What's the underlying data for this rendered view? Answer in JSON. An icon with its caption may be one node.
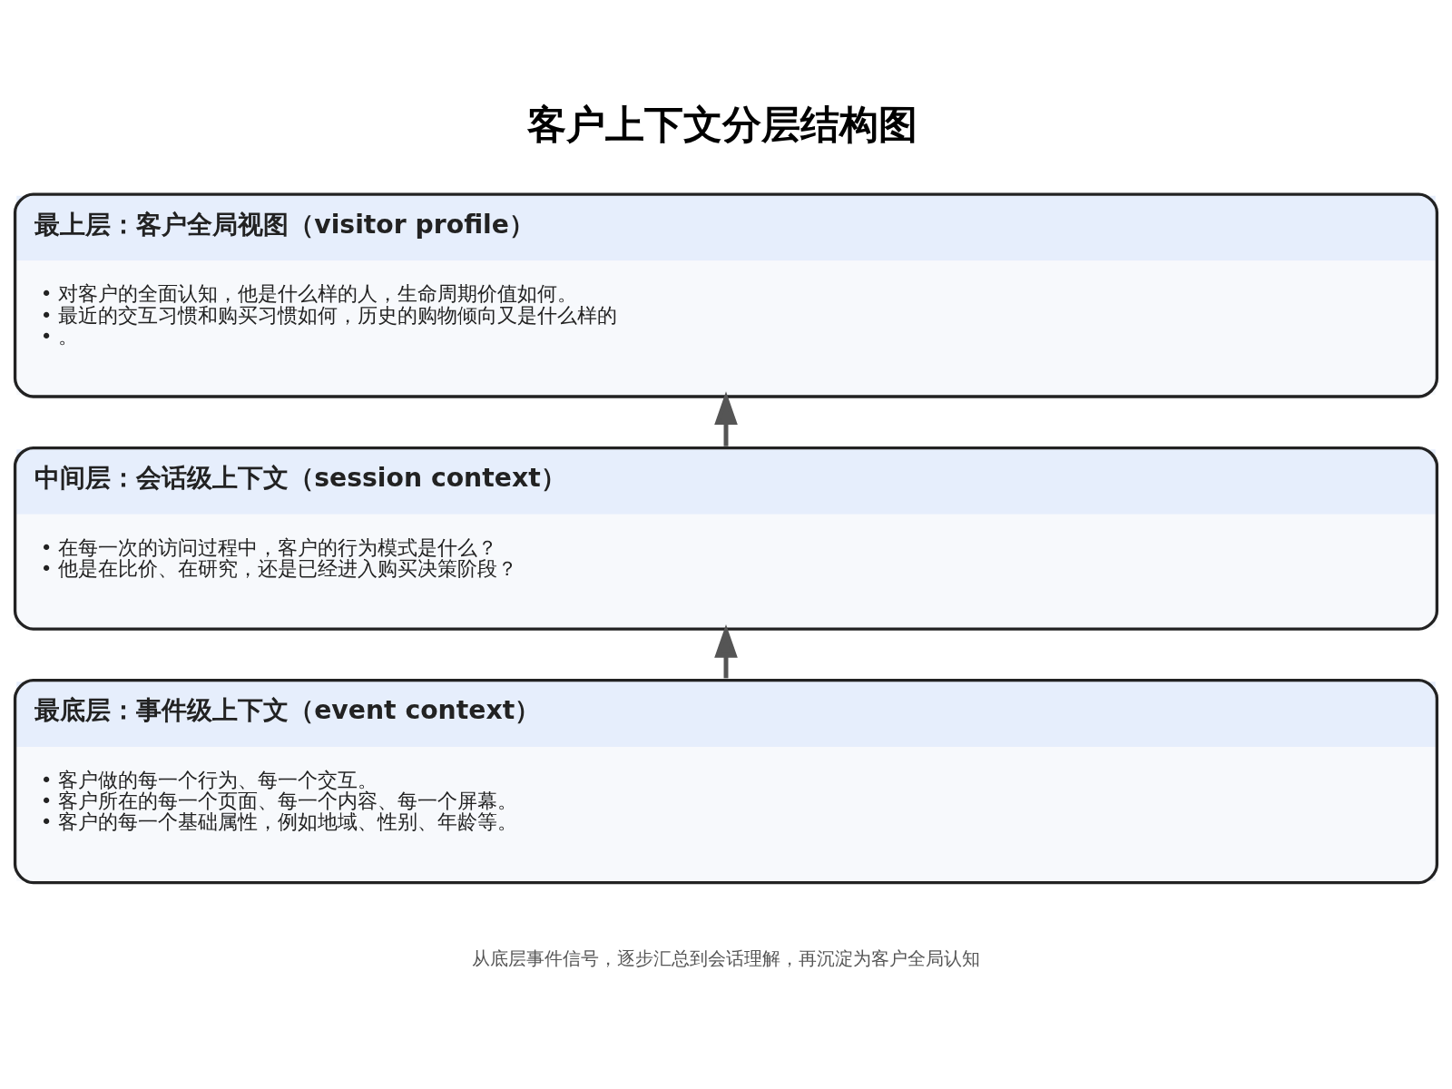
{
  "diagram": {
    "title": "客户上下文分层结构图",
    "caption": "从底层事件信号，逐步汇总到会话理解，再沉淀为客户全局认知",
    "nodes": [
      {
        "text": [
          "最上层：客户全局视图（visitor profile）",
          "• 对客户的全面认知，他是什么样的人，生命周期价值如何。",
          "• 最近的交互习惯和购买习惯如何，历史的购物倾向又是什么样的",
          "• 。"
        ]
      },
      {
        "text": [
          "中间层：会话级上下文（session context）",
          "• 在每一次的访问过程中，客户的行为模式是什么？",
          "• 他是在比价、在研究，还是已经进入购买决策阶段？"
        ]
      },
      {
        "text": [
          "最底层：事件级上下文（event context）",
          "• 客户做的每一个行为、每一个交互。",
          "• 客户所在的每一个页面、每一个内容、每一个屏幕。",
          "• 客户的每一个基础属性，例如地域、性别、年龄等。"
        ]
      }
    ],
    "edges": [
      {
        "from": 2,
        "to": 1,
        "arrow": "to"
      },
      {
        "from": 1,
        "to": 0,
        "arrow": "to"
      }
    ]
  }
}
